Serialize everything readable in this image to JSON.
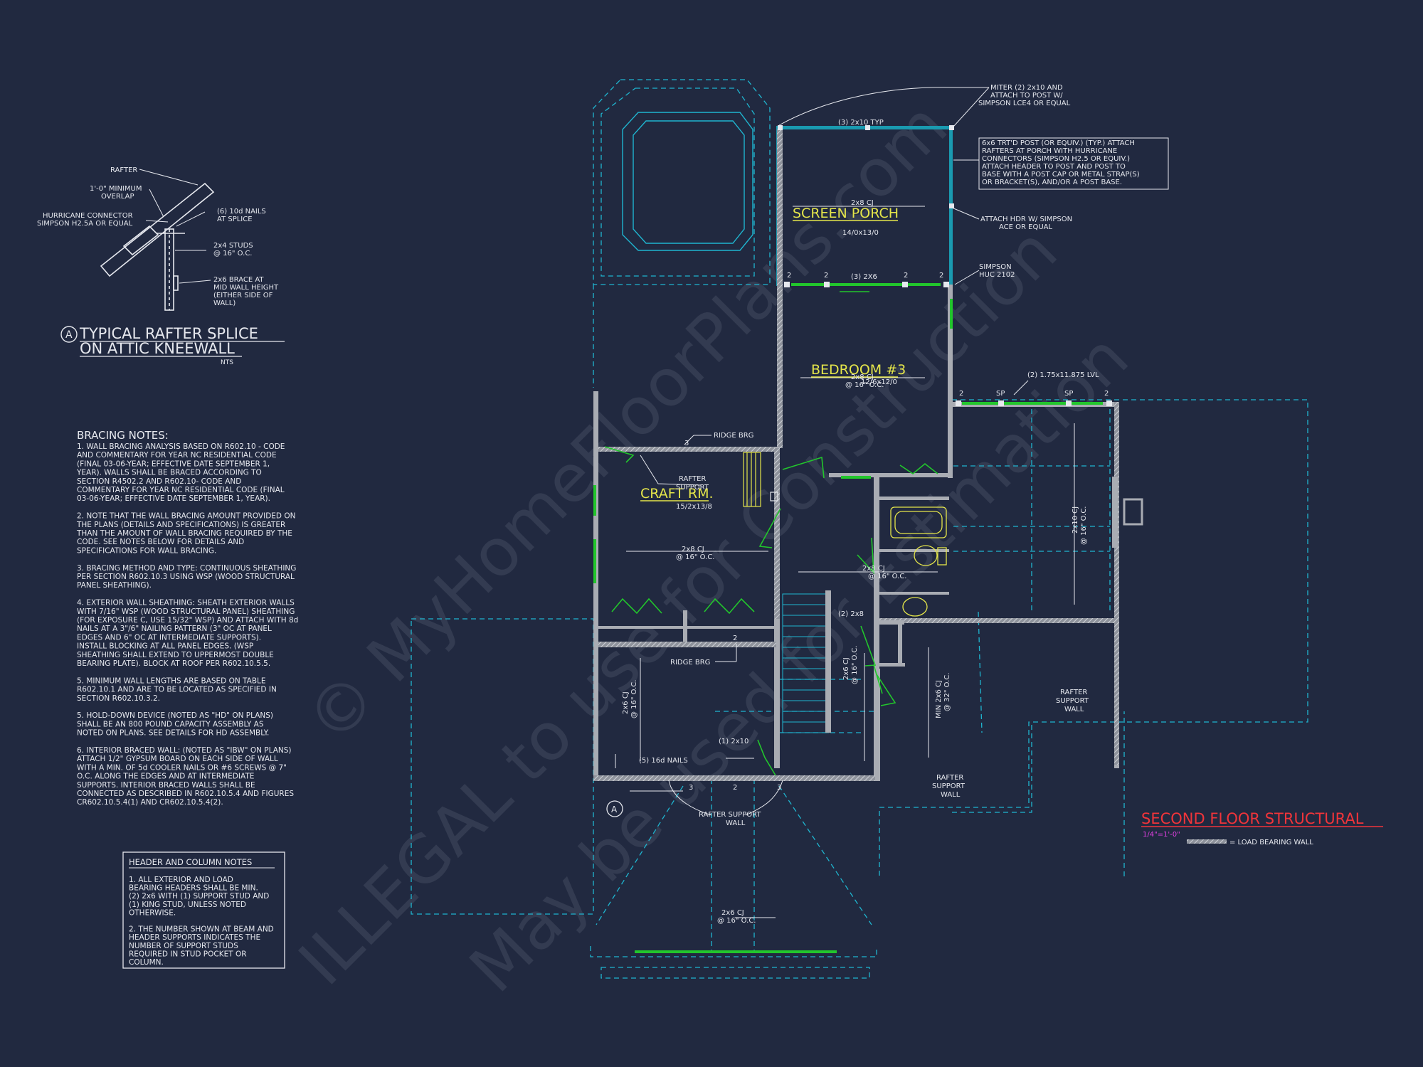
{
  "detail": {
    "callout_letter": "A",
    "title_line1": "TYPICAL RAFTER SPLICE",
    "title_line2": "ON ATTIC KNEEWALL",
    "scale": "NTS",
    "labels": {
      "rafter": "RAFTER",
      "overlap_1": "1'-0\" MINIMUM",
      "overlap_2": "OVERLAP",
      "hurricane_1": "HURRICANE CONNECTOR",
      "hurricane_2": "SIMPSON H2.5A OR EQUAL",
      "nails_1": "(6) 10d NAILS",
      "nails_2": "AT SPLICE",
      "studs_1": "2x4 STUDS",
      "studs_2": "@ 16\" O.C.",
      "brace_1": "2x6 BRACE AT",
      "brace_2": "MID WALL HEIGHT",
      "brace_3": "(EITHER SIDE OF",
      "brace_4": "WALL)"
    }
  },
  "bracing_notes": {
    "title": "BRACING NOTES:",
    "lines": [
      "1. WALL BRACING ANALYSIS BASED ON R602.10 - CODE",
      "AND COMMENTARY FOR YEAR NC RESIDENTIAL CODE",
      "(FINAL 03-06-YEAR; EFFECTIVE DATE SEPTEMBER 1,",
      "YEAR). WALLS SHALL BE BRACED ACCORDING TO",
      "SECTION R4502.2 AND R602.10- CODE AND",
      "COMMENTARY FOR YEAR NC RESIDENTIAL CODE (FINAL",
      "03-06-YEAR; EFFECTIVE DATE SEPTEMBER 1, YEAR).",
      "",
      "2. NOTE THAT THE WALL BRACING AMOUNT PROVIDED ON",
      "THE PLANS (DETAILS AND SPECIFICATIONS) IS GREATER",
      "THAN THE AMOUNT OF WALL BRACING REQUIRED BY THE",
      "CODE. SEE NOTES BELOW FOR DETAILS AND",
      "SPECIFICATIONS FOR WALL BRACING.",
      "",
      "3. BRACING METHOD AND TYPE: CONTINUOUS SHEATHING",
      "PER SECTION R602.10.3 USING WSP (WOOD STRUCTURAL",
      "PANEL SHEATHING).",
      "",
      "4. EXTERIOR WALL SHEATHING: SHEATH EXTERIOR WALLS",
      "WITH 7/16\" WSP (WOOD STRUCTURAL PANEL) SHEATHING",
      "(FOR EXPOSURE C, USE 15/32\" WSP) AND ATTACH WITH 8d",
      "NAILS AT A 3\"/6\" NAILING PATTERN (3\" OC AT PANEL",
      "EDGES AND 6\" OC AT INTERMEDIATE SUPPORTS).",
      "INSTALL BLOCKING AT ALL PANEL EDGES. (WSP",
      "SHEATHING SHALL EXTEND TO UPPERMOST DOUBLE",
      "BEARING PLATE). BLOCK AT ROOF PER R602.10.5.5.",
      "",
      "5. MINIMUM WALL LENGTHS ARE BASED ON TABLE",
      "R602.10.1 AND ARE TO BE LOCATED AS SPECIFIED IN",
      "SECTION R602.10.3.2.",
      "",
      "5. HOLD-DOWN DEVICE (NOTED AS \"HD\" ON PLANS)",
      "SHALL BE AN 800 POUND CAPACITY ASSEMBLY AS",
      "NOTED ON PLANS. SEE DETAILS FOR HD ASSEMBLY.",
      "",
      "6. INTERIOR BRACED WALL: (NOTED AS \"IBW\" ON PLANS)",
      "ATTACH 1/2\" GYPSUM BOARD ON EACH SIDE OF WALL",
      "WITH A MIN. OF 5d COOLER NAILS OR #6 SCREWS @ 7\"",
      "O.C. ALONG THE EDGES AND AT INTERMEDIATE",
      "SUPPORTS. INTERIOR BRACED WALLS SHALL BE",
      "CONNECTED AS DESCRIBED IN R602.10.5.4 AND FIGURES",
      "CR602.10.5.4(1) AND CR602.10.5.4(2)."
    ]
  },
  "header_notes": {
    "title": "HEADER AND COLUMN NOTES",
    "lines": [
      "1. ALL EXTERIOR AND LOAD",
      "BEARING HEADERS SHALL BE MIN.",
      "(2) 2x6 WITH (1) SUPPORT STUD AND",
      "(1) KING STUD, UNLESS NOTED",
      "OTHERWISE.",
      "",
      "2. THE NUMBER SHOWN AT BEAM AND",
      "HEADER SUPPORTS INDICATES THE",
      "NUMBER OF SUPPORT STUDS",
      "REQUIRED IN STUD POCKET OR",
      "COLUMN."
    ]
  },
  "rooms": {
    "screen_porch": {
      "name": "SCREEN PORCH",
      "size": "14/0x13/0",
      "joist": "2x8 CJ"
    },
    "bedroom3": {
      "name": "BEDROOM #3",
      "size": "12/6x12/0",
      "joist": "2x8 CJ",
      "spacing": "@ 16\" O.C."
    },
    "craft_rm": {
      "name": "CRAFT RM.",
      "size": "15/2x13/8"
    }
  },
  "plan_labels": {
    "porch_beam_top": "(3) 2x10 TYP",
    "porch_header": "(3) 2X6",
    "lvl": "(2) 1.75x11.875 LVL",
    "sp": "SP",
    "ridge_brg": "RIDGE BRG",
    "rafter_support": "RAFTER SUPPORT",
    "rafter": "RAFTER",
    "support": "SUPPORT",
    "wall": "WALL",
    "cj_2x8": "2x8 CJ",
    "cj_2x6": "2x6 CJ",
    "cj_2x10": "2x10 CJ",
    "oc16": "@ 16\" O.C.",
    "oc32": "@ 32\" O.C.",
    "min_2x6": "MIN 2x6 CJ",
    "two_2x8": "(2) 2x8",
    "one_2x10": "(1) 2x10",
    "nails_16d": "(5) 16d NAILS",
    "n2": "2",
    "n3": "3",
    "section_mark": "A"
  },
  "callouts": {
    "miter": [
      "MITER (2) 2x10 AND",
      "ATTACH TO POST W/",
      "SIMPSON LCE4 OR EQUAL"
    ],
    "post": [
      "6x6 TRT'D POST (OR EQUIV.) (TYP.) ATTACH",
      "RAFTERS AT PORCH WITH HURRICANE",
      "CONNECTORS (SIMPSON H2.5 OR EQUIV.)",
      "ATTACH HEADER TO POST AND POST TO",
      "BASE WITH A POST CAP OR METAL STRAP(S)",
      "OR BRACKET(S), AND/OR A POST BASE."
    ],
    "hdr": [
      "ATTACH HDR W/ SIMPSON",
      "ACE OR EQUAL"
    ],
    "huc": [
      "SIMPSON",
      "HUC 2102"
    ]
  },
  "title_block": {
    "title": "SECOND FLOOR STRUCTURAL",
    "scale": "1/4\"=1'-0\"",
    "legend": "= LOAD BEARING WALL"
  },
  "watermark": {
    "line1": "© MyHomeFloorPlans.com",
    "line2": "ILLEGAL to use for Construction",
    "line3": "May be used for Estimation"
  },
  "colors": {
    "background": "#212940",
    "wall": "#a9acb3",
    "dashed": "#1fb5cf",
    "green": "#22c62c",
    "yellow": "#e5e64a",
    "red": "#f0343a",
    "magenta": "#e040e0",
    "text": "#e6e8ee"
  }
}
